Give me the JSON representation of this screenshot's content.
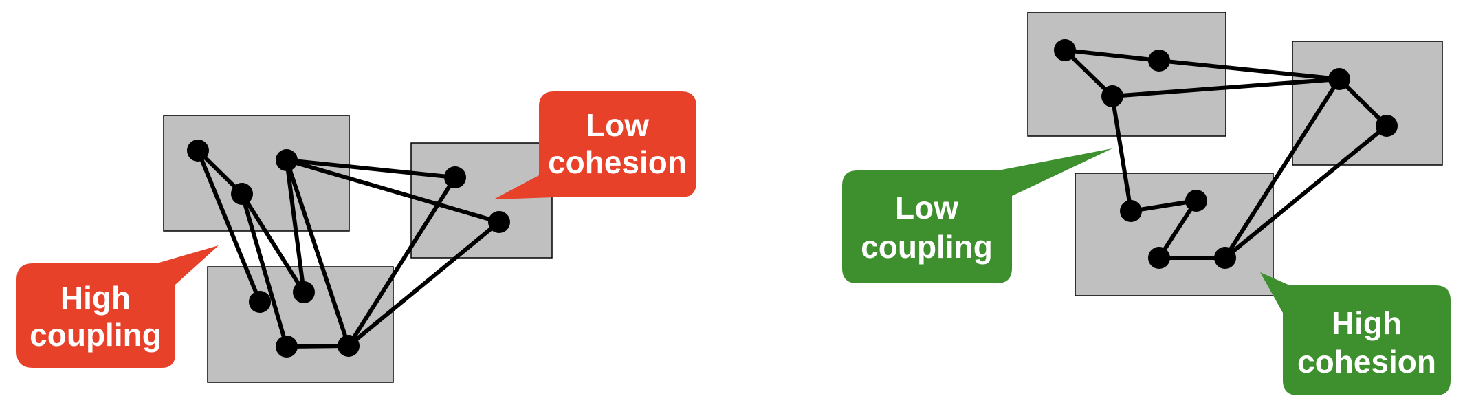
{
  "left_diagram": {
    "callout_high_coupling": {
      "line1": "High",
      "line2": "coupling",
      "color": "#e8412a"
    },
    "callout_low_cohesion": {
      "line1": "Low",
      "line2": "cohesion",
      "color": "#e8412a"
    }
  },
  "right_diagram": {
    "callout_low_coupling": {
      "line1": "Low",
      "line2": "coupling",
      "color": "#3e8f2e"
    },
    "callout_high_cohesion": {
      "line1": "High",
      "line2": "cohesion",
      "color": "#3e8f2e"
    }
  },
  "colors": {
    "module_fill": "#c0c0c0",
    "node": "#000000",
    "edge": "#000000"
  }
}
